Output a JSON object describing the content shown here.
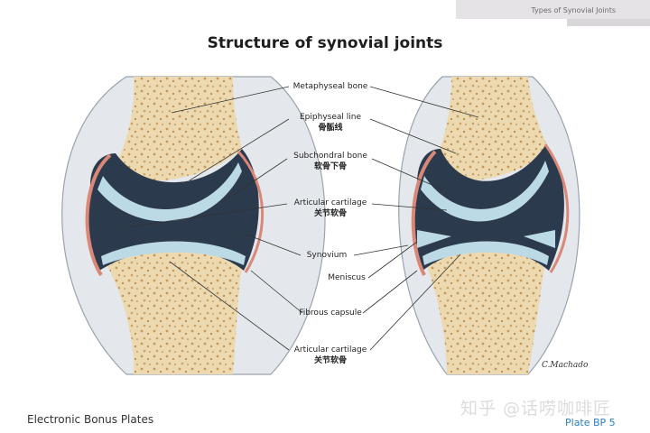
{
  "header": {
    "section": "Types of Synovial Joints"
  },
  "title": "Structure of synovial joints",
  "labels": {
    "metaphyseal_bone": "Metaphyseal bone",
    "epiphyseal_line": {
      "en": "Epiphyseal line",
      "zh": "骨骺线"
    },
    "subchondral_bone": {
      "en": "Subchondral bone",
      "zh": "软骨下骨"
    },
    "articular_cartilage_top": {
      "en": "Articular cartilage",
      "zh": "关节软骨"
    },
    "synovium": "Synovium",
    "meniscus": "Meniscus",
    "fibrous_capsule": "Fibrous capsule",
    "articular_cartilage_bottom": {
      "en": "Articular cartilage",
      "zh": "关节软骨"
    }
  },
  "signature": "C.Machado",
  "footer": {
    "left": "Electronic Bonus Plates",
    "right": "Plate BP 5",
    "watermark": "知乎 @话唠咖啡匠"
  },
  "colors": {
    "bone": "#ecd9b0",
    "bone_texture": "#c49a5c",
    "cartilage": "#bcd9e6",
    "joint_cavity": "#2c3a4e",
    "synovium": "#d98878",
    "capsule": "#d9dde3"
  }
}
